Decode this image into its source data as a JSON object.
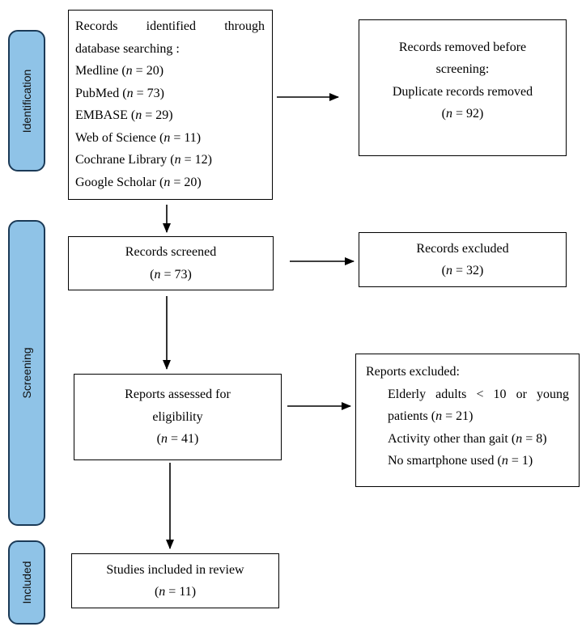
{
  "phases": {
    "identification": "Identification",
    "screening": "Screening",
    "included": "Included"
  },
  "identification": {
    "heading_line1_words": [
      "Records",
      "identified",
      "through"
    ],
    "heading_line2": "database searching :",
    "sources": [
      {
        "name": "Medline",
        "count": "20"
      },
      {
        "name": "PubMed",
        "count": "73"
      },
      {
        "name": "EMBASE",
        "count": "29"
      },
      {
        "name": "Web of Science",
        "count": "11"
      },
      {
        "name": "Cochrane Library",
        "count": "12"
      },
      {
        "name": "Google Scholar",
        "count": "20"
      }
    ],
    "removed": {
      "line1": "Records removed before",
      "line2": "screening:",
      "line3": "Duplicate records removed",
      "count": "92"
    }
  },
  "screening": {
    "screened": {
      "label": "Records screened",
      "count": "73"
    },
    "excluded": {
      "label": "Records excluded",
      "count": "32"
    },
    "assessed": {
      "line1": "Reports assessed for",
      "line2": "eligibility",
      "count": "41"
    },
    "reports_excluded": {
      "title": "Reports excluded:",
      "reason1_line1_words": [
        "Elderly",
        "adults",
        "<",
        "10",
        "or",
        "young"
      ],
      "reason1_line2": "patients",
      "reason1_count": "21",
      "reason2": "Activity other than gait",
      "reason2_count": "8",
      "reason3": "No smartphone used",
      "reason3_count": "1"
    }
  },
  "included": {
    "label": "Studies included in review",
    "count": "11"
  },
  "notation": {
    "n": "n"
  }
}
